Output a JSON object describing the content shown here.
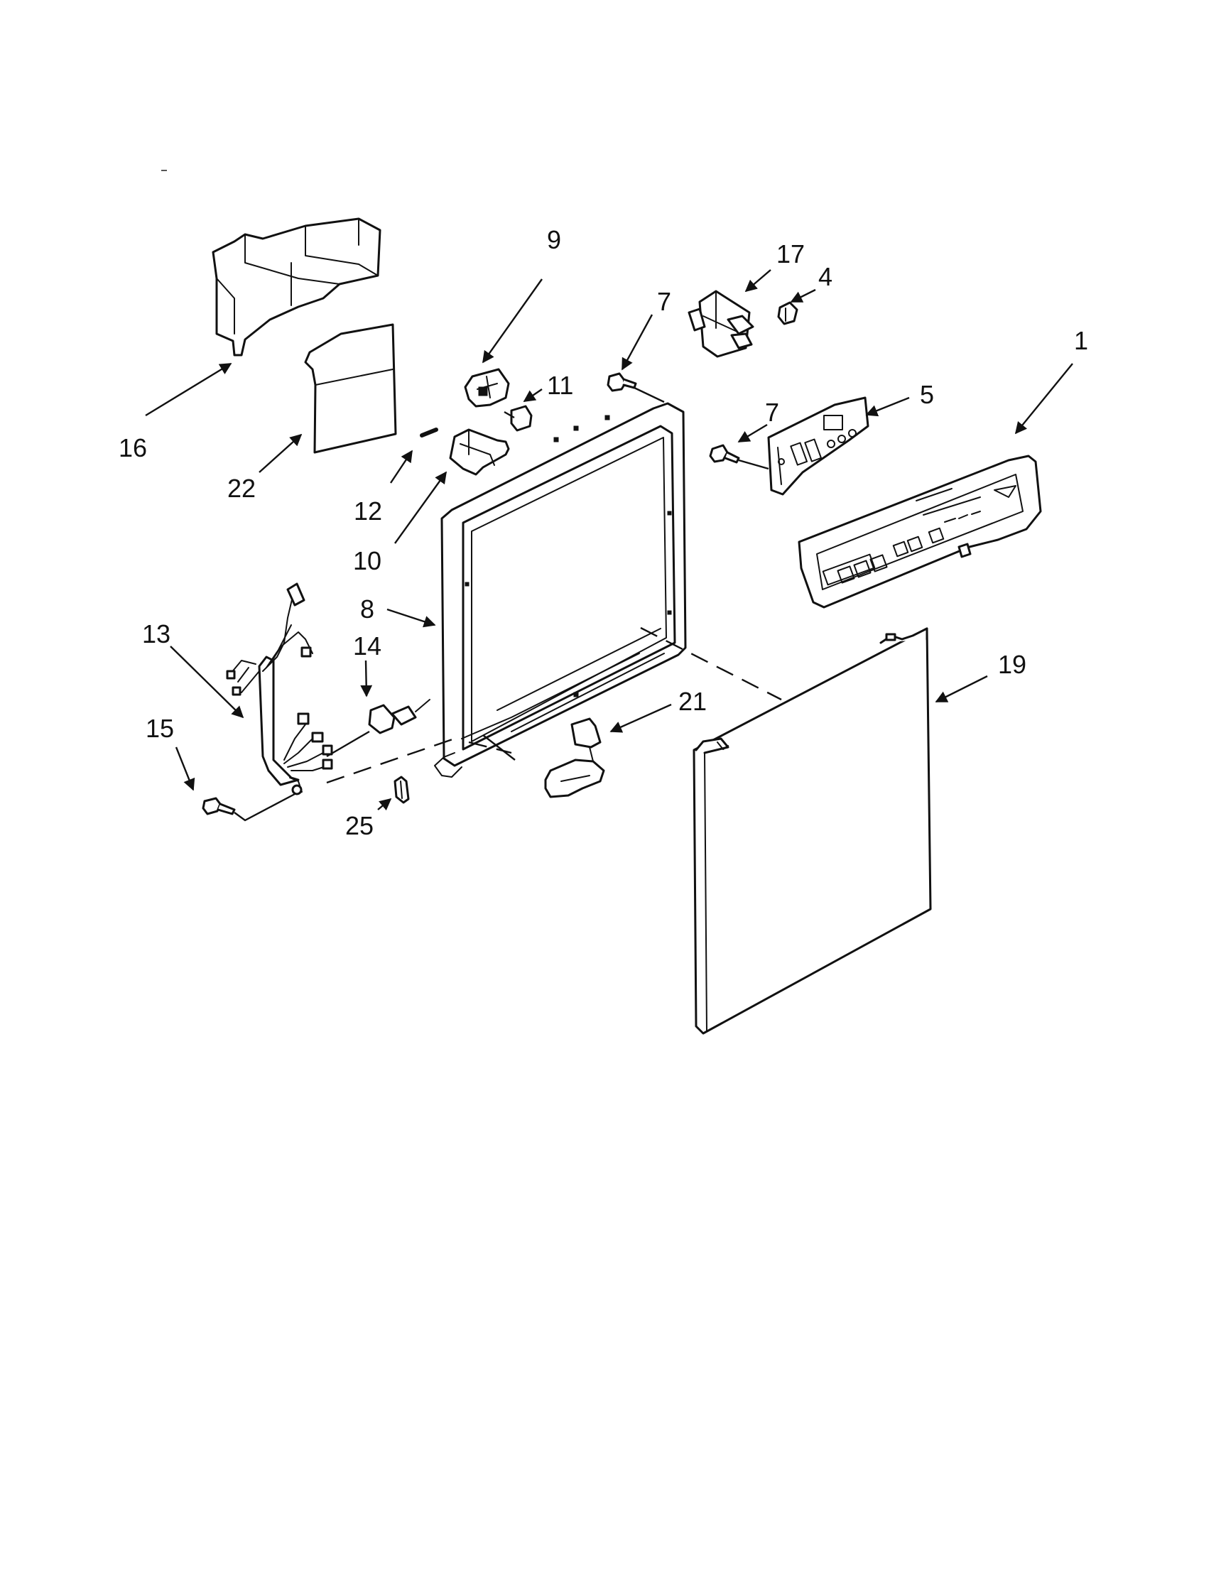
{
  "diagram": {
    "callouts": [
      {
        "id": "c16",
        "label": "16"
      },
      {
        "id": "c22",
        "label": "22"
      },
      {
        "id": "c9",
        "label": "9"
      },
      {
        "id": "c11",
        "label": "11"
      },
      {
        "id": "c12",
        "label": "12"
      },
      {
        "id": "c10",
        "label": "10"
      },
      {
        "id": "c7a",
        "label": "7"
      },
      {
        "id": "c17",
        "label": "17"
      },
      {
        "id": "c4",
        "label": "4"
      },
      {
        "id": "c1",
        "label": "1"
      },
      {
        "id": "c5",
        "label": "5"
      },
      {
        "id": "c7b",
        "label": "7"
      },
      {
        "id": "c8",
        "label": "8"
      },
      {
        "id": "c13",
        "label": "13"
      },
      {
        "id": "c14",
        "label": "14"
      },
      {
        "id": "c15",
        "label": "15"
      },
      {
        "id": "c25",
        "label": "25"
      },
      {
        "id": "c21",
        "label": "21"
      },
      {
        "id": "c19",
        "label": "19"
      }
    ]
  }
}
